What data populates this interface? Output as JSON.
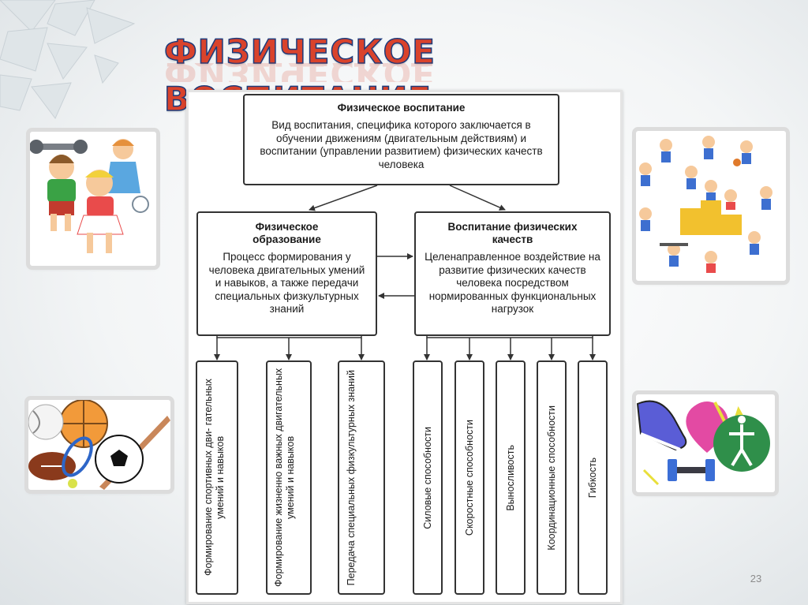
{
  "slide": {
    "title": "ФИЗИЧЕСКОЕ ВОСПИТАНИЕ",
    "page_number": "23"
  },
  "diagram": {
    "root": {
      "title": "Физическое воспитание",
      "text": "Вид воспитания, специфика которого заключается в обучении движениям (двигательным действиям) и воспитании (управлении развитием) физических качеств человека"
    },
    "left": {
      "title": "Физическое образование",
      "text": "Процесс формирования у человека двигательных умений и навыков, а также передачи специальных физкультурных знаний"
    },
    "right": {
      "title": "Воспитание физических качеств",
      "text": "Целенаправленное воздействие на развитие физических качеств человека посредством нормированных функциональных нагрузок"
    },
    "leaves": [
      "Формирование спортивных дви- гательных умений и навыков",
      "Формирование жизненно важных двигательных умений и навыков",
      "Передача специальных физкультурных знаний",
      "Силовые способности",
      "Скоростные способности",
      "Выносливость",
      "Координационные способности",
      "Гибкость"
    ]
  },
  "images": {
    "top_left": "kids-exercising-illustration",
    "top_right": "kids-sports-podium-illustration",
    "bottom_left": "sports-balls-illustration",
    "bottom_right": "fitness-sneaker-dumbbell-illustration"
  },
  "colors": {
    "title_fill": "#d9432c",
    "title_outline": "#1d3a7a",
    "box_border": "#333333"
  }
}
